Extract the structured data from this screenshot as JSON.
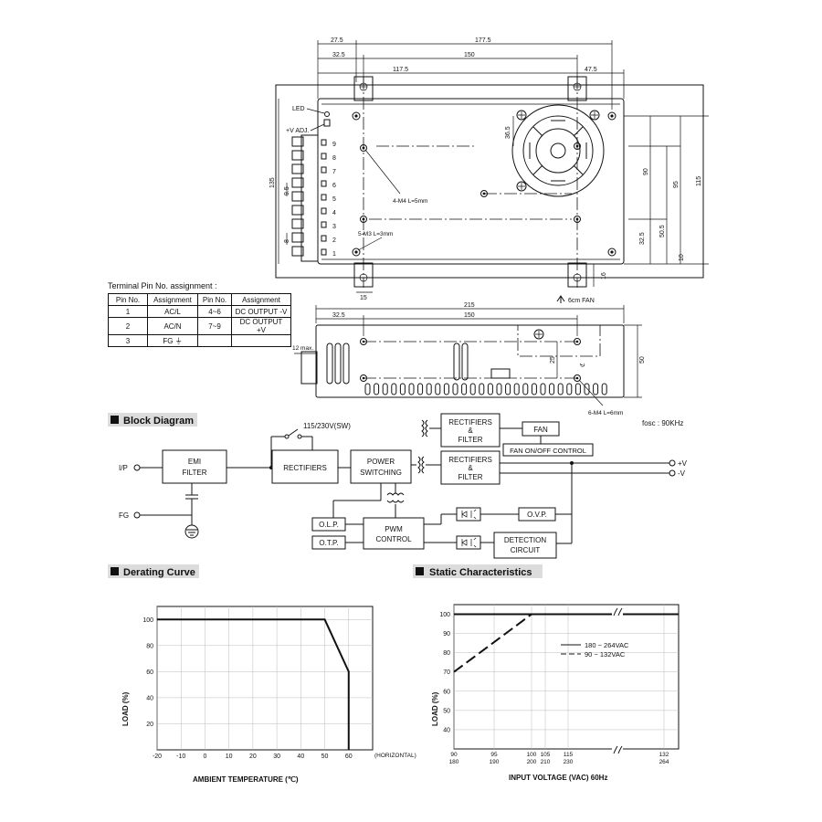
{
  "mech_top": {
    "dims_top": [
      "27.5",
      "177.5",
      "32.5",
      "150",
      "117.5",
      "47.5"
    ],
    "dim_left": "135",
    "dims_right": [
      "90",
      "95",
      "115",
      "50.5",
      "32.5",
      "10"
    ],
    "dim_36_5": "36.5",
    "dim_9_5": "9.5",
    "dim_8": "8",
    "dim_15": "15",
    "dim_16": "16",
    "led_label": "LED",
    "vadj_label": "+V ADJ.",
    "pins": [
      "9",
      "8",
      "7",
      "6",
      "5",
      "4",
      "3",
      "2",
      "1"
    ],
    "screw_note_a": "4-M4 L=5mm",
    "screw_note_b": "5-M3 L=3mm",
    "fan_label": "6cm FAN"
  },
  "terminal_table": {
    "title": "Terminal Pin No. assignment :",
    "headers": [
      "Pin No.",
      "Assignment",
      "Pin No.",
      "Assignment"
    ],
    "rows": [
      [
        "1",
        "AC/L",
        "4~6",
        "DC OUTPUT -V"
      ],
      [
        "2",
        "AC/N",
        "7~9",
        "DC OUTPUT +V"
      ],
      [
        "3",
        "FG ⏚",
        "",
        ""
      ]
    ]
  },
  "mech_side": {
    "dim_215": "215",
    "dim_32_5": "32.5",
    "dim_150": "150",
    "dim_50": "50",
    "dim_25": "25",
    "dim_12max": "12 max.",
    "screw_note": "6-M4 L=6mm"
  },
  "block_diagram": {
    "title": "Block Diagram",
    "fosc": "fosc : 90KHz",
    "ip": "I/P",
    "fg": "FG",
    "switch_label": "115/230V(SW)",
    "emi": [
      "EMI",
      "FILTER"
    ],
    "rectifiers": "RECTIFIERS",
    "power_switching": [
      "POWER",
      "SWITCHING"
    ],
    "rect_filter_a": [
      "RECTIFIERS",
      "&",
      "FILTER"
    ],
    "rect_filter_b": [
      "RECTIFIERS",
      "&",
      "FILTER"
    ],
    "fan": "FAN",
    "fan_ctrl": "FAN ON/OFF CONTROL",
    "plus_v": "+V",
    "minus_v": "-V",
    "olp": "O.L.P.",
    "otp": "O.T.P.",
    "pwm": [
      "PWM",
      "CONTROL"
    ],
    "ovp": "O.V.P.",
    "detection": [
      "DETECTION",
      "CIRCUIT"
    ]
  },
  "chart_data": [
    {
      "type": "line",
      "title": "Derating Curve",
      "xlabel": "AMBIENT TEMPERATURE (℃)",
      "ylabel": "LOAD (%)",
      "x_ticks": [
        "-20",
        "-10",
        "0",
        "10",
        "20",
        "30",
        "40",
        "50",
        "60"
      ],
      "x_tick_values": [
        -20,
        -10,
        0,
        10,
        20,
        30,
        40,
        50,
        60
      ],
      "x_note": "(HORIZONTAL)",
      "y_ticks": [
        "20",
        "40",
        "60",
        "80",
        "100"
      ],
      "y_tick_values": [
        20,
        40,
        60,
        80,
        100
      ],
      "xlim": [
        -20,
        70
      ],
      "ylim": [
        0,
        110
      ],
      "series": [
        {
          "x": [
            -20,
            50,
            60,
            60
          ],
          "y": [
            100,
            100,
            60,
            0
          ],
          "style": "solid"
        }
      ]
    },
    {
      "type": "line",
      "title": "Static Characteristics",
      "xlabel": "INPUT VOLTAGE (VAC) 60Hz",
      "ylabel": "LOAD (%)",
      "x_ticks_top": [
        "90",
        "95",
        "100",
        "105",
        "115",
        "132"
      ],
      "x_ticks_bottom": [
        "180",
        "190",
        "200",
        "210",
        "230",
        "264"
      ],
      "y_ticks": [
        "40",
        "50",
        "60",
        "70",
        "80",
        "90",
        "100"
      ],
      "y_tick_values": [
        40,
        50,
        60,
        70,
        80,
        90,
        100
      ],
      "ylim": [
        30,
        105
      ],
      "series": [
        {
          "name": "180 ~ 264VAC",
          "x": [
            180,
            264
          ],
          "y": [
            100,
            100
          ],
          "style": "solid"
        },
        {
          "name": "90 ~ 132VAC",
          "x": [
            90,
            100,
            132
          ],
          "y": [
            70,
            100,
            100
          ],
          "style": "dashed"
        }
      ]
    }
  ]
}
